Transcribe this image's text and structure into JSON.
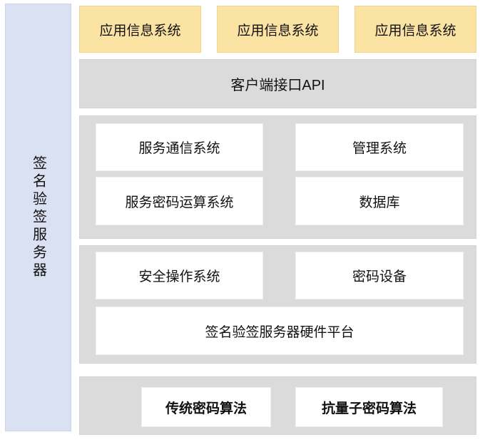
{
  "diagram": {
    "sidebar": {
      "label": "签名验签服务器"
    },
    "app_row": {
      "boxes": [
        "应用信息系统",
        "应用信息系统",
        "应用信息系统"
      ]
    },
    "api_bar": {
      "label": "客户端接口API"
    },
    "service_panel": {
      "boxes": [
        "服务通信系统",
        "管理系统",
        "服务密码运算系统",
        "数据库"
      ]
    },
    "platform_panel": {
      "boxes": [
        "安全操作系统",
        "密码设备"
      ],
      "wide_box": "签名验签服务器硬件平台"
    },
    "algorithm_panel": {
      "boxes": [
        "传统密码算法",
        "抗量子密码算法"
      ]
    },
    "colors": {
      "sidebar_bg": "#dae1f2",
      "sidebar_border": "#c9d2ea",
      "app_box_bg": "#fbe3a3",
      "app_box_border": "#ecd492",
      "panel_bg": "#dbdbdb",
      "panel_border": "#d2d2d2",
      "box_bg": "#ffffff",
      "text": "#111111"
    }
  }
}
